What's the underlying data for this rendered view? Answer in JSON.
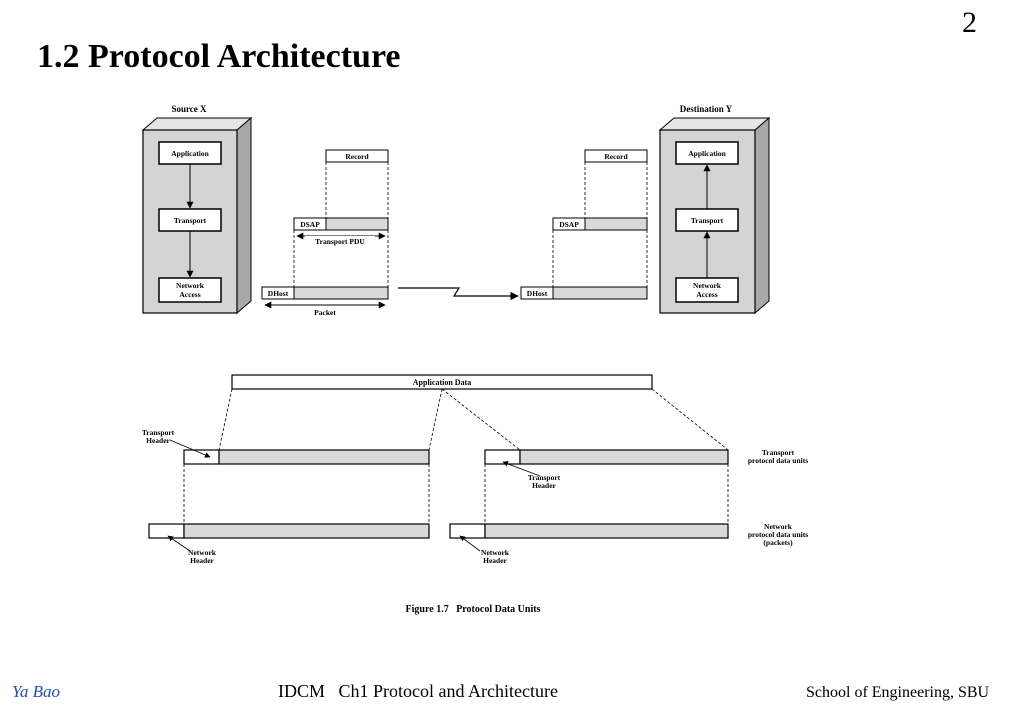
{
  "page_number": "2",
  "title": "1.2  Protocol Architecture",
  "top_diagram": {
    "source_label": "Source X",
    "destination_label": "Destination Y",
    "layers": {
      "application": "Application",
      "transport": "Transport",
      "network_line1": "Network",
      "network_line2": "Access"
    },
    "record_label": "Record",
    "dsap_label": "DSAP",
    "transport_pdu_label": "Transport PDU",
    "dhost_label": "DHost",
    "packet_label": "Packet"
  },
  "bottom_diagram": {
    "application_data_label": "Application Data",
    "transport_header_line1": "Transport",
    "transport_header_line2": "Header",
    "network_header_line1": "Network",
    "network_header_line2": "Header",
    "transport_pdu_line1": "Transport",
    "transport_pdu_line2": "protocol data units",
    "network_pdu_line1": "Network",
    "network_pdu_line2": "protocol data units",
    "network_pdu_line3": "(packets)",
    "caption": "Figure 1.7   Protocol Data Units"
  },
  "footer": {
    "author": "Ya Bao",
    "course": "IDCM   Ch1 Protocol and Architecture",
    "school": "School of Engineering, SBU"
  },
  "colors": {
    "box_face": "#d4d4d4",
    "box_side": "#a8a8a8",
    "box_top": "#e6e6e6",
    "field_fill": "#d9d9d9",
    "author_color": "#1f4fb0"
  }
}
